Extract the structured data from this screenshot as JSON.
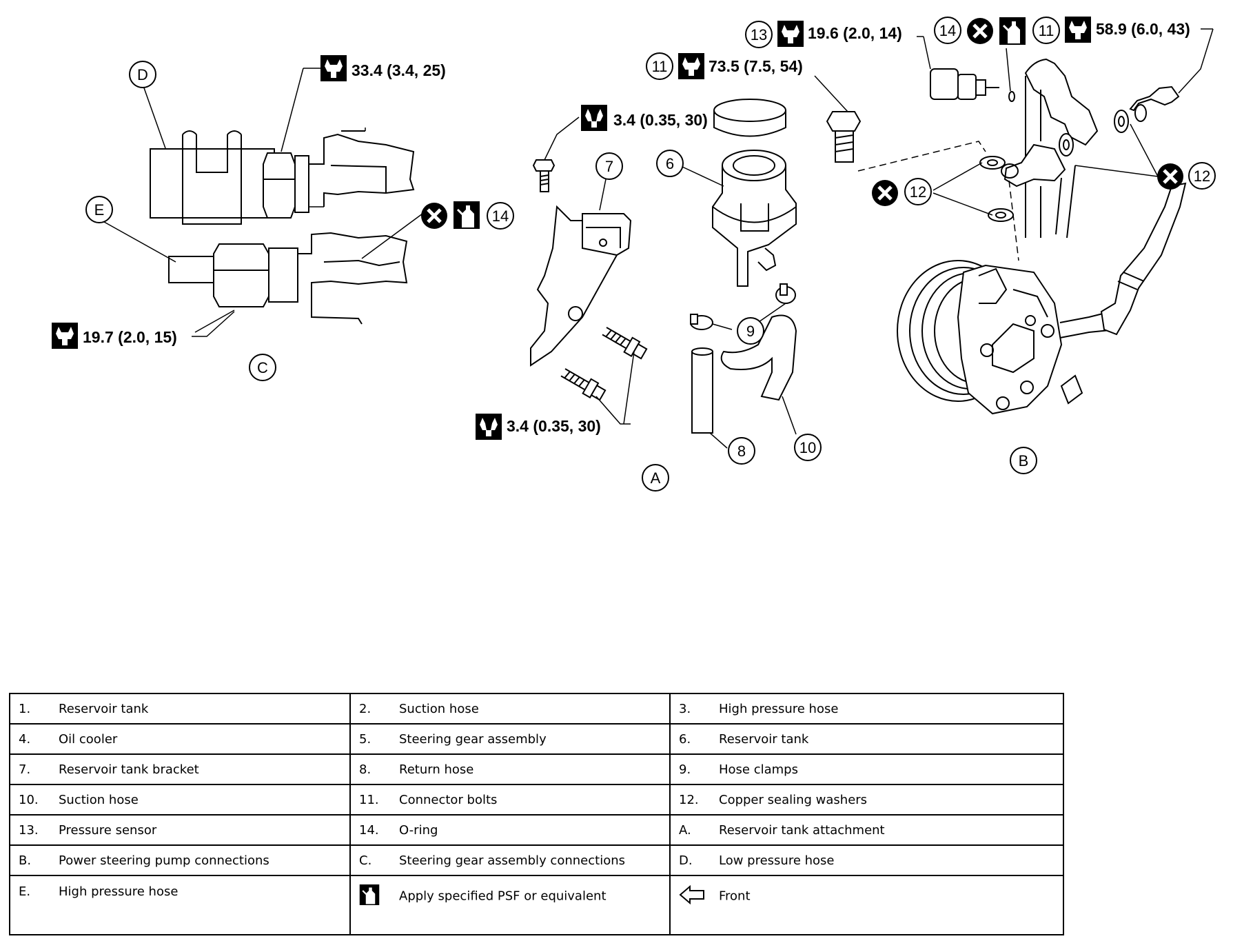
{
  "diagram": {
    "torque_values": {
      "c_upper": "33.4 (3.4, 25)",
      "c_lower": "19.7 (2.0, 15)",
      "a_upper": "3.4 (0.35, 30)",
      "a_lower": "3.4 (0.35, 30)",
      "b_bolt_11_left": "73.5 (7.5, 54)",
      "b_sensor_13": "19.6 (2.0, 14)",
      "b_bolt_11_right": "58.9 (6.0, 43)"
    },
    "callouts": {
      "d": "D",
      "e": "E",
      "c": "C",
      "a": "A",
      "b": "B",
      "n14_c": "14",
      "n7": "7",
      "n6": "6",
      "n9": "9",
      "n8": "8",
      "n10": "10",
      "n11_left": "11",
      "n13": "13",
      "n14_b": "14",
      "n11_right": "11",
      "n12_left": "12",
      "n12_right": "12"
    },
    "icons": [
      "torque-wrench-icon",
      "replace-part-icon",
      "apply-fluid-icon",
      "front-arrow-icon"
    ]
  },
  "legend": {
    "rows": [
      [
        {
          "k": "1.",
          "v": "Reservoir tank"
        },
        {
          "k": "2.",
          "v": "Suction hose"
        },
        {
          "k": "3.",
          "v": "High pressure hose"
        }
      ],
      [
        {
          "k": "4.",
          "v": "Oil cooler"
        },
        {
          "k": "5.",
          "v": "Steering gear assembly"
        },
        {
          "k": "6.",
          "v": "Reservoir tank"
        }
      ],
      [
        {
          "k": "7.",
          "v": "Reservoir tank bracket"
        },
        {
          "k": "8.",
          "v": "Return hose"
        },
        {
          "k": "9.",
          "v": "Hose clamps"
        }
      ],
      [
        {
          "k": "10.",
          "v": "Suction hose"
        },
        {
          "k": "11.",
          "v": "Connector bolts"
        },
        {
          "k": "12.",
          "v": "Copper sealing washers"
        }
      ],
      [
        {
          "k": "13.",
          "v": "Pressure sensor"
        },
        {
          "k": "14.",
          "v": "O-ring"
        },
        {
          "k": "A.",
          "v": "Reservoir tank attachment"
        }
      ],
      [
        {
          "k": "B.",
          "v": "Power steering pump connections"
        },
        {
          "k": "C.",
          "v": "Steering gear assembly connections"
        },
        {
          "k": "D.",
          "v": "Low pressure hose"
        }
      ],
      [
        {
          "k": "E.",
          "v": "High pressure hose"
        },
        {
          "v": "Apply specified PSF or equivalent"
        },
        {
          "v": "Front"
        }
      ]
    ]
  }
}
